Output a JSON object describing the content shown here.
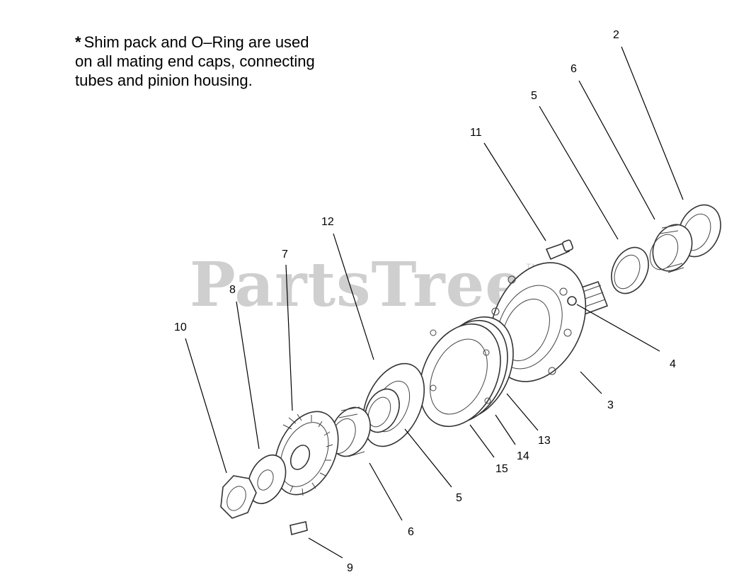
{
  "note": {
    "star": "*",
    "lines": [
      "Shim pack and O–Ring are used",
      "on all mating end caps, connecting",
      "tubes and pinion housing."
    ]
  },
  "watermark": {
    "text": "PartsTree",
    "tm": "TM"
  },
  "callouts": [
    "2",
    "6",
    "5",
    "11",
    "12",
    "7",
    "8",
    "10",
    "4",
    "3",
    "13",
    "14",
    "15",
    "5",
    "6",
    "9"
  ]
}
